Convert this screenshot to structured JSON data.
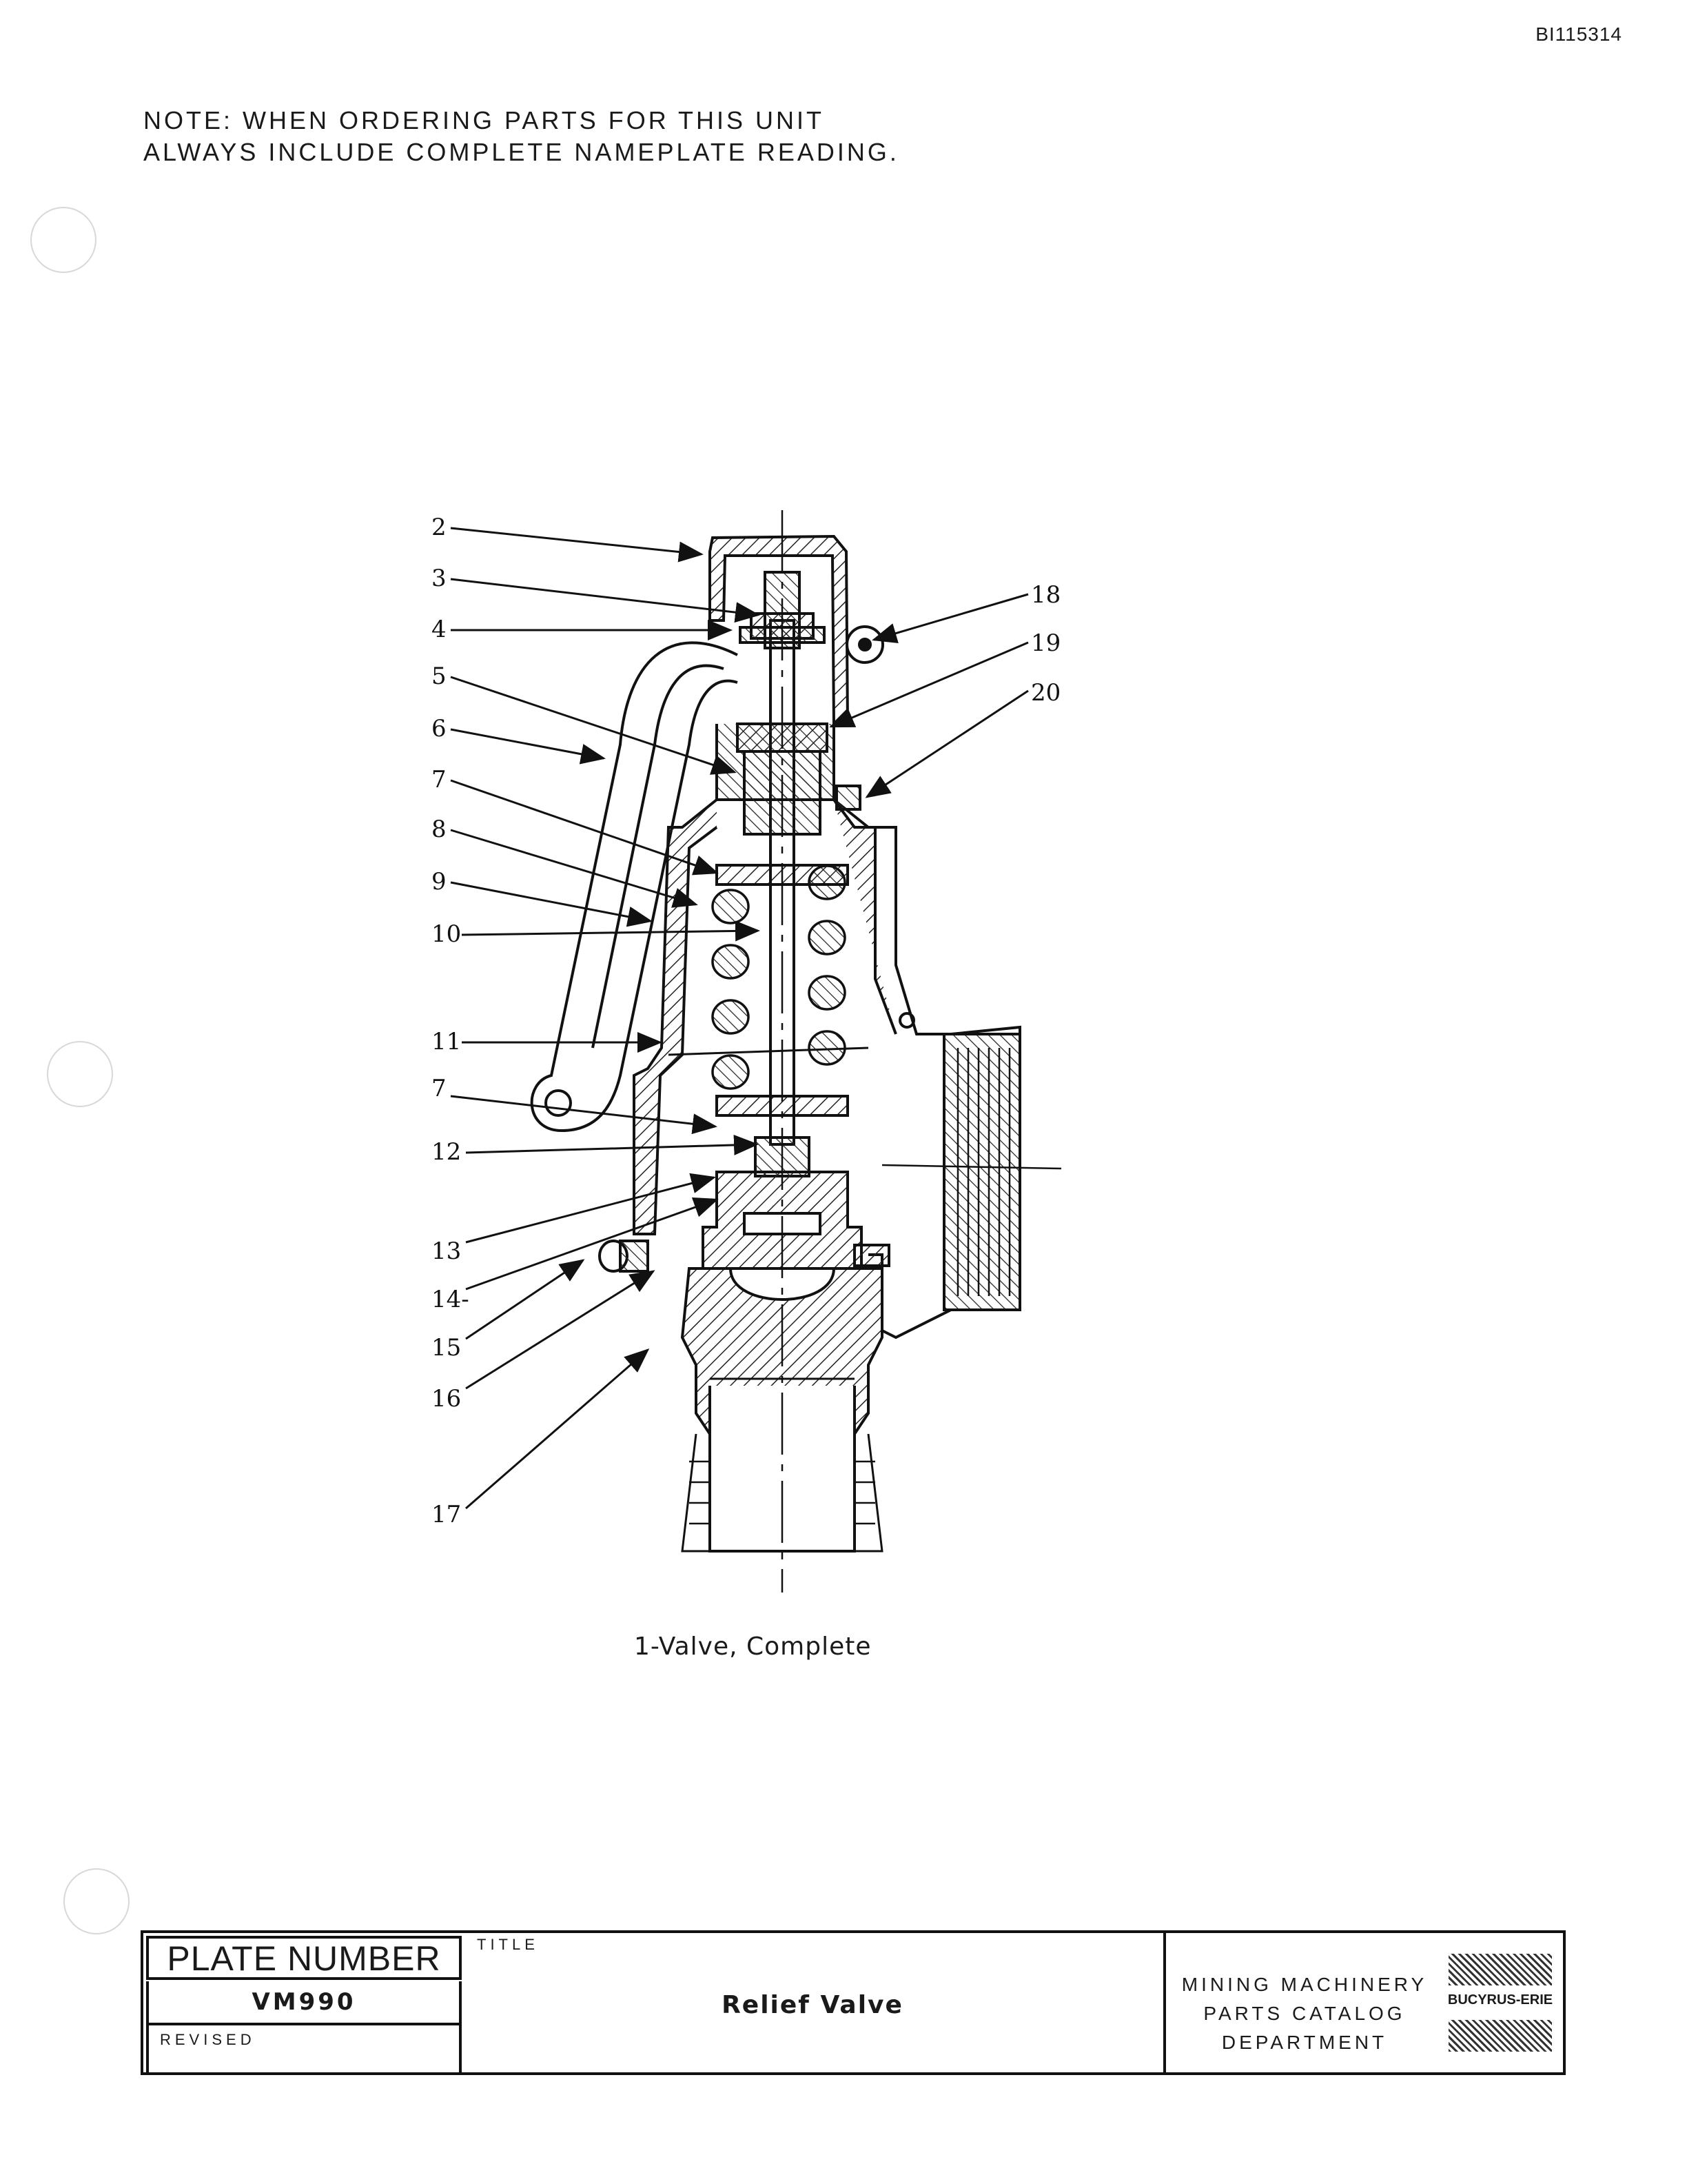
{
  "header": {
    "doc_id": "BI115314",
    "note_line1": "NOTE:  WHEN ORDERING PARTS FOR THIS UNIT",
    "note_line2": "ALWAYS INCLUDE COMPLETE NAMEPLATE READING."
  },
  "drawing": {
    "caption": "1-Valve, Complete",
    "callouts": {
      "c2": "2",
      "c3": "3",
      "c4": "4",
      "c5": "5",
      "c6": "6",
      "c7a": "7",
      "c8": "8",
      "c9": "9",
      "c10": "10",
      "c11": "11",
      "c7b": "7",
      "c12": "12",
      "c13": "13",
      "c14": "14-",
      "c15": "15",
      "c16": "16",
      "c17": "17",
      "c18": "18",
      "c19": "19",
      "c20": "20"
    }
  },
  "title_block": {
    "plate_label": "PLATE NUMBER",
    "plate_number": "VM990",
    "revised_label": "REVISED",
    "title_label": "TITLE",
    "title": "Relief Valve",
    "dept_line1": "MINING MACHINERY",
    "dept_line2": "PARTS CATALOG",
    "dept_line3": "DEPARTMENT",
    "logo_text": "BUCYRUS-ERIE"
  }
}
